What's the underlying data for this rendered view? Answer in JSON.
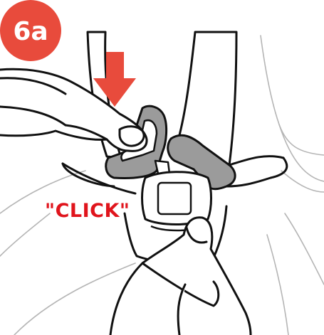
{
  "step": {
    "label": "6a",
    "badge_color": "#e84b3c",
    "label_color": "#ffffff"
  },
  "callout": {
    "text": "\"CLICK\"",
    "color": "#e0141c"
  },
  "arrow": {
    "direction": "down",
    "color": "#e84b3c"
  },
  "colors": {
    "line": "#111111",
    "faint_line": "#b5b5b5",
    "tongue_fill": "#9b9b9b",
    "fill_white": "#ffffff"
  }
}
